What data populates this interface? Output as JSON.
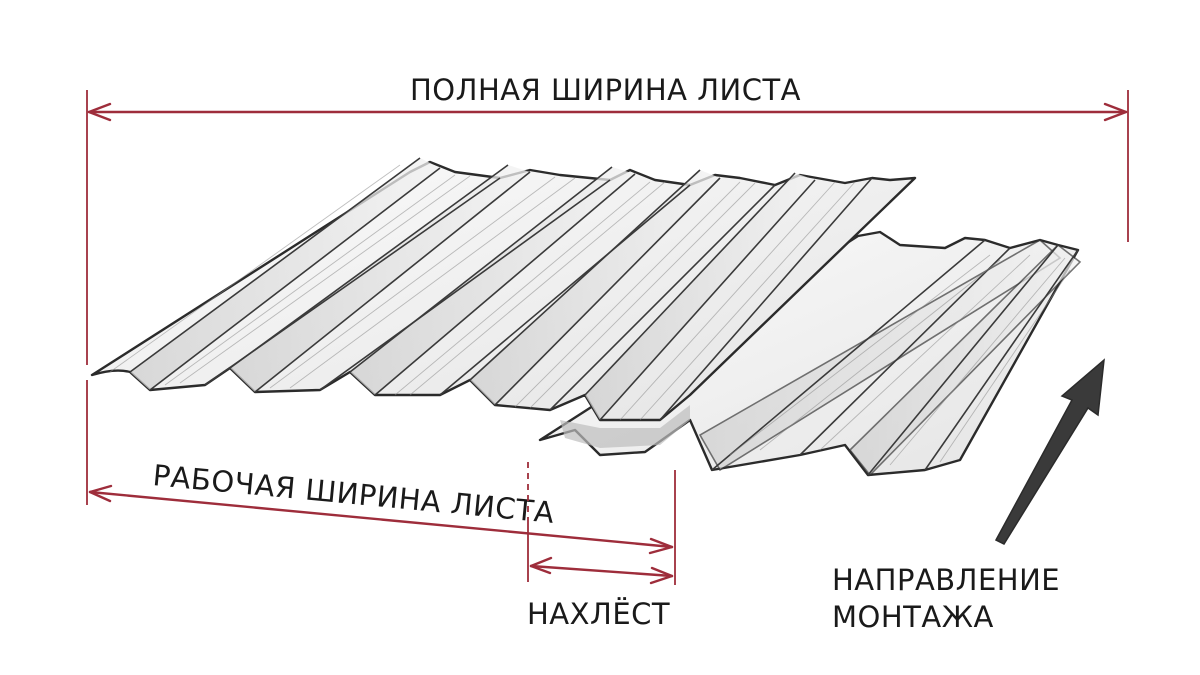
{
  "labels": {
    "full_width": "ПОЛНАЯ ШИРИНА ЛИСТА",
    "working_width": "РАБОЧАЯ ШИРИНА ЛИСТА",
    "overlap": "НАХЛЁСТ",
    "direction_line1": "НАПРАВЛЕНИЕ",
    "direction_line2": "МОНТАЖА"
  },
  "colors": {
    "dimension": "#9e2d3b",
    "ink": "#2b2b2b",
    "sheet_fill": "#f4f4f4",
    "sheet_shade": "#dcdcdc"
  },
  "icons": {
    "direction_arrow": "arrow-up-right-icon"
  }
}
